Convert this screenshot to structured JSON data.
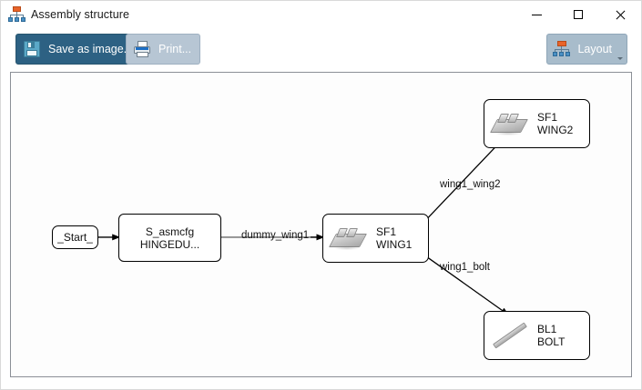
{
  "window": {
    "title": "Assembly structure",
    "title_icon": "hierarchy-tree-icon",
    "controls": {
      "minimize": "minimize-icon",
      "maximize": "maximize-icon",
      "close": "close-icon"
    }
  },
  "toolbar": {
    "save_label": "Save as image...",
    "save_icon": "floppy-disk-icon",
    "print_label": "Print...",
    "print_icon": "printer-icon",
    "layout_label": "Layout",
    "layout_icon": "hierarchy-tree-icon",
    "layout_caret": "chevron-down-icon"
  },
  "diagram": {
    "nodes": [
      {
        "id": "start",
        "line1": "_Start_",
        "line2": "",
        "icon": "none",
        "shape": "rounded"
      },
      {
        "id": "asmcfg",
        "line1": "S_asmcfg",
        "line2": "HINGEDU...",
        "icon": "none",
        "shape": "rect"
      },
      {
        "id": "wing1",
        "line1": "SF1",
        "line2": "WING1",
        "icon": "part-icon",
        "shape": "rounded"
      },
      {
        "id": "wing2",
        "line1": "SF1",
        "line2": "WING2",
        "icon": "part-icon",
        "shape": "rounded"
      },
      {
        "id": "bolt",
        "line1": "BL1",
        "line2": "BOLT",
        "icon": "bolt-icon",
        "shape": "rounded"
      }
    ],
    "edges": [
      {
        "from": "start",
        "to": "asmcfg",
        "label": ""
      },
      {
        "from": "asmcfg",
        "to": "wing1",
        "label": "dummy_wing1"
      },
      {
        "from": "wing1",
        "to": "wing2",
        "label": "wing1_wing2"
      },
      {
        "from": "wing1",
        "to": "bolt",
        "label": "wing1_bolt"
      }
    ]
  },
  "colors": {
    "save_button_bg": "#2d6183",
    "print_button_bg": "#b7c6d4",
    "layout_button_bg": "#a8bccb",
    "canvas_bg": "#fdfdfd",
    "canvas_border": "#8b8f96",
    "node_border": "#000000",
    "tree_icon_top": "#e8642a",
    "tree_icon_child": "#4a90c4"
  }
}
